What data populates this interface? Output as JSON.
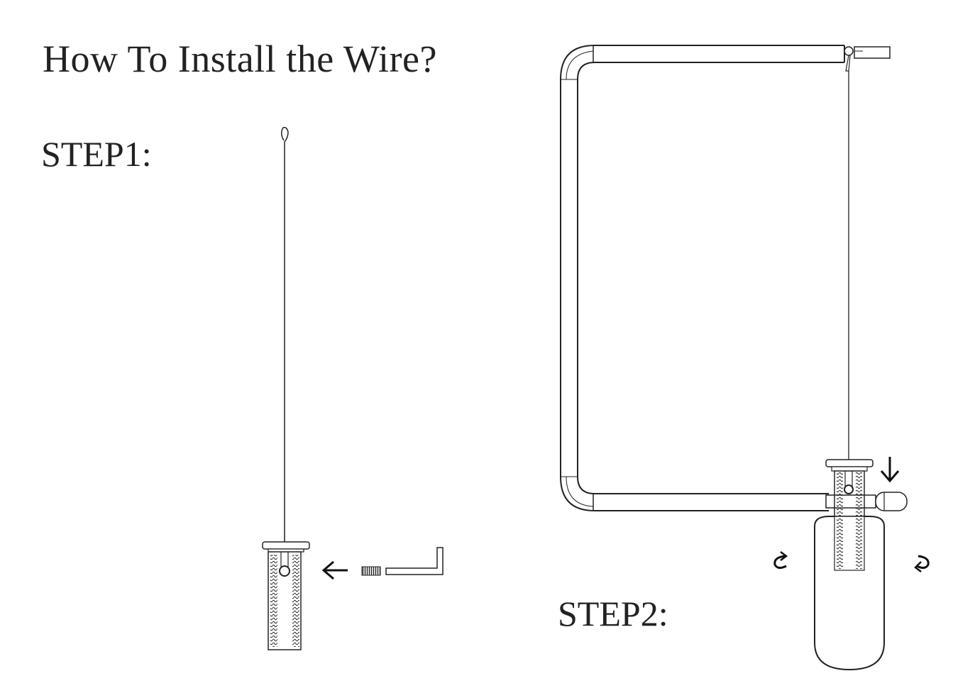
{
  "title": "How To Install the Wire?",
  "steps": [
    {
      "label": "STEP1:"
    },
    {
      "label": "STEP2:"
    }
  ],
  "icons": {
    "step1_arrow": "arrow-left-icon",
    "step2_arrow": "arrow-down-icon",
    "rotate_left": "rotate-arrow-icon",
    "rotate_right": "rotate-arrow-icon"
  }
}
